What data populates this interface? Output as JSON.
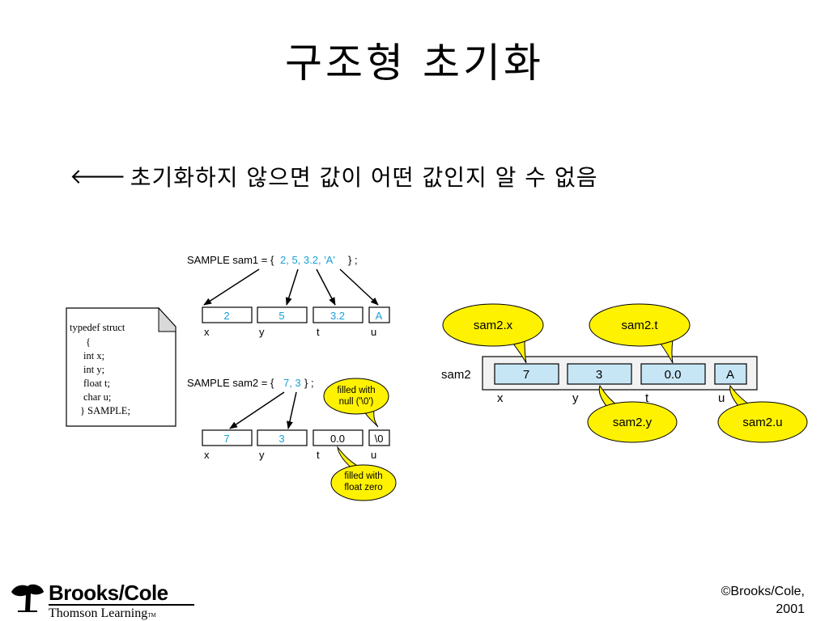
{
  "slide": {
    "title": "구조형 초기화",
    "bullet_icon": "left-arrow-icon",
    "bullet_text": "초기화하지 않으면 값이 어떤 값인지 알 수 없음"
  },
  "typedef_box": {
    "lines": [
      "typedef  struct",
      "{",
      "int    x;",
      "int    y;",
      "float t;",
      "char   u;",
      "} SAMPLE;"
    ]
  },
  "sam1": {
    "decl_prefix": "SAMPLE  sam1 = {",
    "values_text": "2,  5,  3.2,  'A'",
    "decl_suffix": "} ;",
    "cells": [
      "2",
      "5",
      "3.2",
      "A"
    ],
    "labels": [
      "x",
      "y",
      "t",
      "u"
    ]
  },
  "sam2": {
    "decl_prefix": "SAMPLE   sam2 = {",
    "values_text": "7, 3",
    "decl_suffix": "} ;",
    "cells": [
      "7",
      "3",
      "0.0",
      "\\0"
    ],
    "labels": [
      "x",
      "y",
      "t",
      "u"
    ],
    "callout_null": [
      "filled with",
      "null ('\\0')"
    ],
    "callout_float": [
      "filled with",
      "float zero"
    ]
  },
  "right_diagram": {
    "var_name": "sam2",
    "cells": [
      "7",
      "3",
      "0.0",
      "A"
    ],
    "labels": [
      "x",
      "y",
      "t",
      "u"
    ],
    "callouts": {
      "x": "sam2.x",
      "t": "sam2.t",
      "y": "sam2.y",
      "u": "sam2.u"
    }
  },
  "colors": {
    "value_blue": "#1a9fd6",
    "cell_fill": "#c7e6f5",
    "callout_yellow": "#fff200",
    "box_gray": "#f2f2f2"
  },
  "footer": {
    "logo_name": "Brooks/Cole",
    "logo_sub": "Thomson Learning",
    "logo_tm": "TM",
    "copyright_line1": "©Brooks/Cole,",
    "copyright_line2": "2001"
  }
}
